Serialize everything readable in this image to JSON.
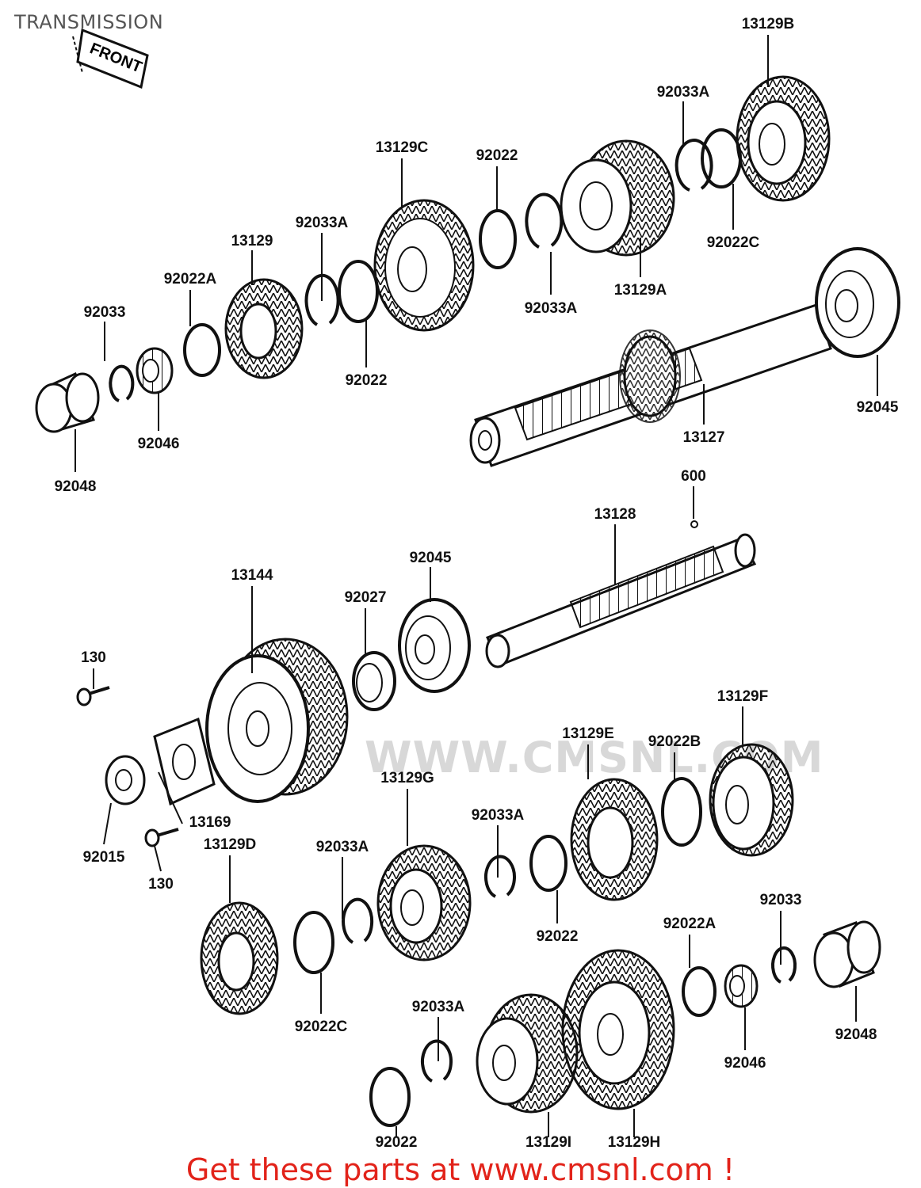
{
  "header": {
    "title": "TRANSMISSION"
  },
  "watermark": {
    "text": "WWW.CMSNL.COM"
  },
  "front_tag": {
    "text": "FRONT"
  },
  "footer": {
    "promo": "Get these parts at www.cmsnl.com !"
  },
  "parts": [
    {
      "id": "p_13129B_top",
      "label": "13129B"
    },
    {
      "id": "p_92033A_a",
      "label": "92033A"
    },
    {
      "id": "p_92022C_a",
      "label": "92022C"
    },
    {
      "id": "p_13129A",
      "label": "13129A"
    },
    {
      "id": "p_92033A_b",
      "label": "92033A"
    },
    {
      "id": "p_92022_a",
      "label": "92022"
    },
    {
      "id": "p_13129C",
      "label": "13129C"
    },
    {
      "id": "p_92033A_c",
      "label": "92033A"
    },
    {
      "id": "p_92022_b",
      "label": "92022"
    },
    {
      "id": "p_13129",
      "label": "13129"
    },
    {
      "id": "p_92022A_a",
      "label": "92022A"
    },
    {
      "id": "p_92033_a",
      "label": "92033"
    },
    {
      "id": "p_92046_a",
      "label": "92046"
    },
    {
      "id": "p_92048_a",
      "label": "92048"
    },
    {
      "id": "p_13127",
      "label": "13127"
    },
    {
      "id": "p_92045_a",
      "label": "92045"
    },
    {
      "id": "p_600",
      "label": "600"
    },
    {
      "id": "p_13128",
      "label": "13128"
    },
    {
      "id": "p_92045_b",
      "label": "92045"
    },
    {
      "id": "p_92027",
      "label": "92027"
    },
    {
      "id": "p_13144",
      "label": "13144"
    },
    {
      "id": "p_130_a",
      "label": "130"
    },
    {
      "id": "p_13169",
      "label": "13169"
    },
    {
      "id": "p_92015",
      "label": "92015"
    },
    {
      "id": "p_130_b",
      "label": "130"
    },
    {
      "id": "p_13129D",
      "label": "13129D"
    },
    {
      "id": "p_92022C_b",
      "label": "92022C"
    },
    {
      "id": "p_92033A_d",
      "label": "92033A"
    },
    {
      "id": "p_13129G",
      "label": "13129G"
    },
    {
      "id": "p_92033A_e",
      "label": "92033A"
    },
    {
      "id": "p_92022_c",
      "label": "92022"
    },
    {
      "id": "p_13129E",
      "label": "13129E"
    },
    {
      "id": "p_92022B",
      "label": "92022B"
    },
    {
      "id": "p_13129F",
      "label": "13129F"
    },
    {
      "id": "p_92022A_b",
      "label": "92022A"
    },
    {
      "id": "p_92033_b",
      "label": "92033"
    },
    {
      "id": "p_92046_b",
      "label": "92046"
    },
    {
      "id": "p_92048_b",
      "label": "92048"
    },
    {
      "id": "p_92033A_f",
      "label": "92033A"
    },
    {
      "id": "p_92022_d",
      "label": "92022"
    },
    {
      "id": "p_13129I",
      "label": "13129I"
    },
    {
      "id": "p_13129H",
      "label": "13129H"
    }
  ]
}
